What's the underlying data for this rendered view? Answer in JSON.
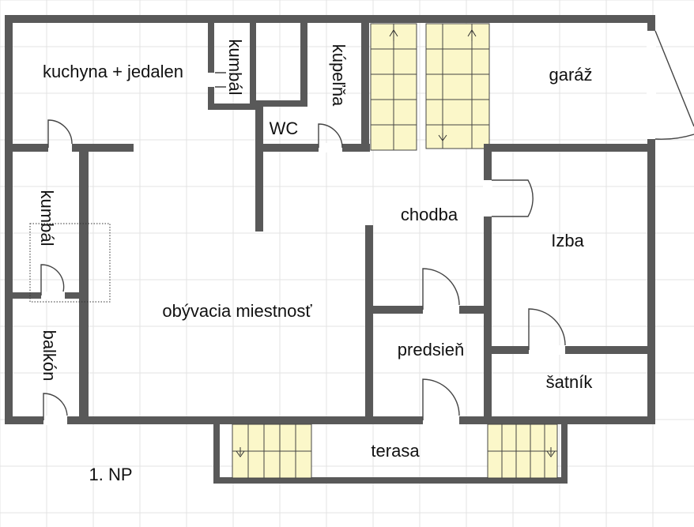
{
  "plan": {
    "floor_label": "1. NP",
    "rooms": {
      "kuchyna": "kuchyna + jedalen",
      "kumbal_top": "kumbál",
      "kupelna": "kúpeľňa",
      "wc": "WC",
      "garaz": "garáž",
      "chodba": "chodba",
      "izba": "Izba",
      "kumbal_left": "kumbál",
      "obyvacia": "obývacia miestnosť",
      "predsien": "predsieň",
      "satnik": "šatník",
      "balkon": "balkón",
      "terasa": "terasa"
    },
    "colors": {
      "wall": "#595959",
      "stair_fill": "#fbf7c9",
      "grid": "#e3e3e3",
      "background": "#ffffff"
    }
  }
}
